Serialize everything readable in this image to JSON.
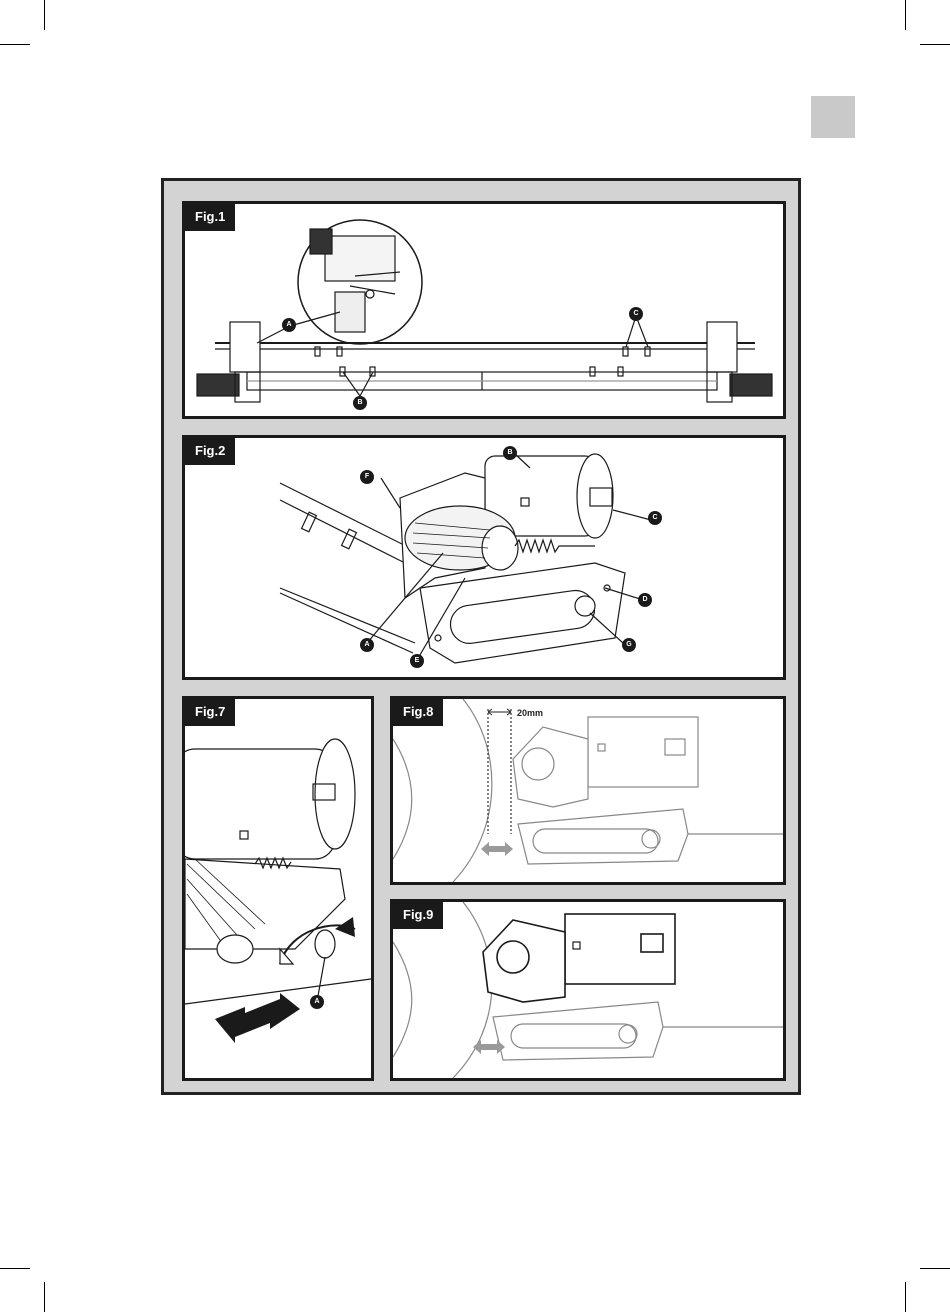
{
  "figures": {
    "fig1": {
      "label": "Fig.1",
      "callouts": [
        "A",
        "B",
        "C"
      ]
    },
    "fig2": {
      "label": "Fig.2",
      "callouts": [
        "A",
        "B",
        "C",
        "D",
        "E",
        "F",
        "G"
      ]
    },
    "fig7": {
      "label": "Fig.7",
      "callouts": [
        "A"
      ]
    },
    "fig8": {
      "label": "Fig.8",
      "dimension": "20mm"
    },
    "fig9": {
      "label": "Fig.9"
    }
  },
  "colors": {
    "frame": "#d3d3d3",
    "ink": "#1a1a1a",
    "tab": "#c9c9c9",
    "arrow_gray": "#9a9a9a"
  }
}
